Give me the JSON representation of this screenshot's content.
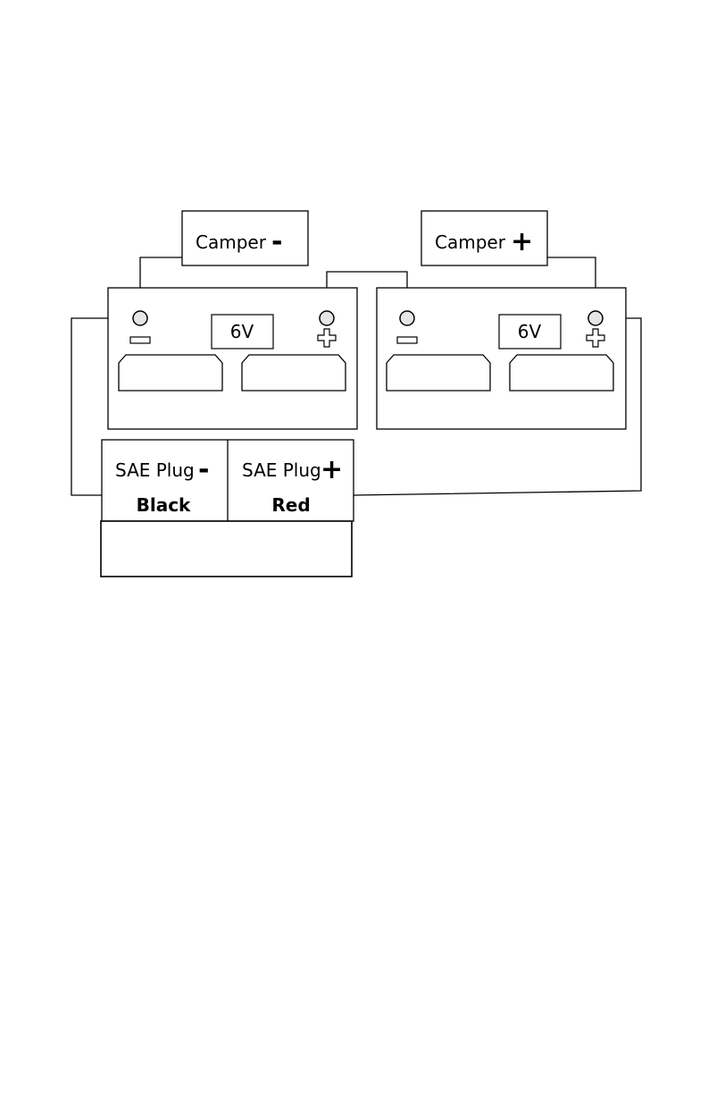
{
  "camper_negative": {
    "label": "Camper",
    "sign": "-"
  },
  "camper_positive": {
    "label": "Camper",
    "sign": "+"
  },
  "battery_left": {
    "voltage": "6V"
  },
  "battery_right": {
    "voltage": "6V"
  },
  "sae_plug_negative": {
    "label": "SAE Plug",
    "sign": "-",
    "color": "Black"
  },
  "sae_plug_positive": {
    "label": "SAE Plug",
    "sign": "+",
    "color": "Red"
  },
  "colors": {
    "line": "#000000",
    "background": "#ffffff",
    "terminal_fill": "#e6e6e6"
  }
}
